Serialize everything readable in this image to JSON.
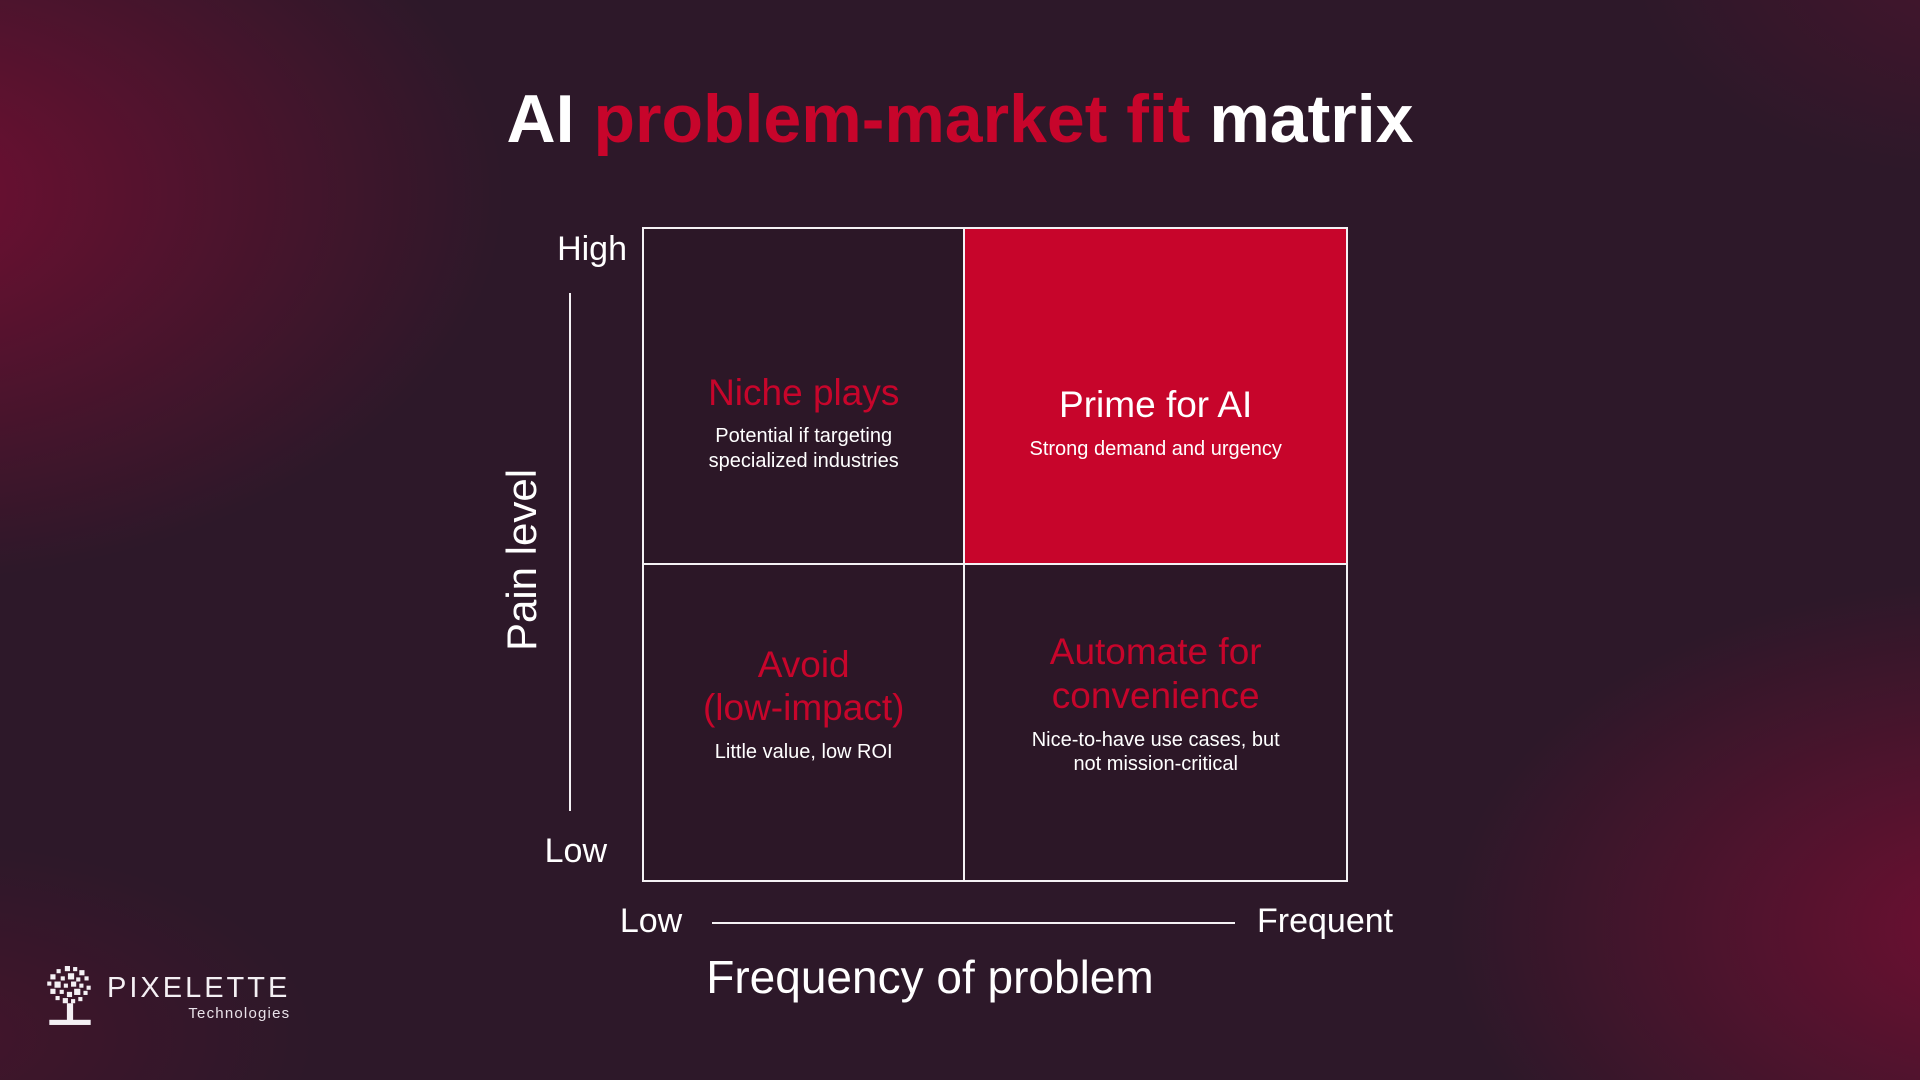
{
  "title": {
    "prefix": "AI ",
    "highlight": "problem-market fit",
    "suffix": " matrix"
  },
  "colors": {
    "accent": "#C7052B",
    "background": "#2D1829",
    "quadrant_bg": "#2C1727",
    "line": "#F4F1F4",
    "text": "#FFFFFF",
    "glow": "#6E1233"
  },
  "y_axis": {
    "title": "Pain level",
    "top_label": "High",
    "bottom_label": "Low"
  },
  "x_axis": {
    "title": "Frequency of problem",
    "left_label": "Low",
    "right_label": "Frequent"
  },
  "quadrants": {
    "top_left": {
      "title": "Niche plays",
      "subtitle": "Potential if targeting\nspecialized industries"
    },
    "top_right": {
      "title": "Prime for AI",
      "subtitle": "Strong demand and urgency",
      "highlighted": true
    },
    "bottom_left": {
      "title": "Avoid\n(low-impact)",
      "subtitle": "Little value, low ROI"
    },
    "bottom_right": {
      "title": "Automate for\nconvenience",
      "subtitle": "Nice-to-have use cases, but\nnot mission-critical"
    }
  },
  "logo": {
    "name": "PIXELETTE",
    "subtitle": "Technologies"
  }
}
